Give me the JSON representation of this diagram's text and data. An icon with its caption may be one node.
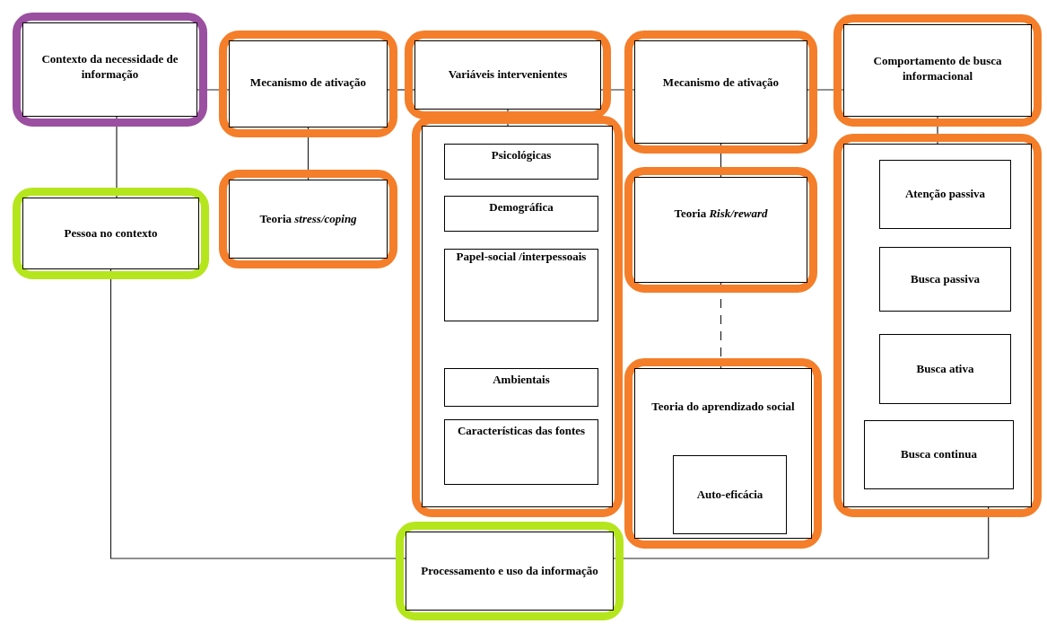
{
  "diagram": {
    "nodes": [
      {
        "text": [
          "Contexto da necessidade de informação"
        ]
      },
      {
        "text": [
          "Pessoa no contexto"
        ]
      },
      {
        "text": [
          "Mecanismo de ativação"
        ]
      },
      {
        "text": [
          "Teoria *stress/coping*"
        ]
      },
      {
        "text": [
          "Variáveis intervenientes"
        ]
      },
      {
        "text": [],
        "shape": "box"
      },
      {
        "text": [
          "Psicológicas"
        ],
        "in": 5
      },
      {
        "text": [
          "Demográfica"
        ],
        "in": 5
      },
      {
        "text": [
          "Papel-social /interpessoais"
        ],
        "in": 5
      },
      {
        "text": [
          "Ambientais"
        ],
        "in": 5
      },
      {
        "text": [
          "Características das fontes"
        ],
        "in": 5
      },
      {
        "text": [
          "Mecanismo de ativação"
        ]
      },
      {
        "text": [
          "Teoria *Risk/reward*"
        ]
      },
      {
        "text": [
          "Teoria do aprendizado social"
        ]
      },
      {
        "text": [
          "Auto-eficácia"
        ],
        "in": 13
      },
      {
        "text": [
          "Comportamento de busca informacional"
        ]
      },
      {
        "text": [],
        "shape": "box"
      },
      {
        "text": [
          "Atenção passiva"
        ],
        "in": 16
      },
      {
        "text": [
          "Busca passiva"
        ],
        "in": 16
      },
      {
        "text": [
          "Busca ativa"
        ],
        "in": 16
      },
      {
        "text": [
          "Busca continua"
        ],
        "in": 16
      },
      {
        "text": [
          "Processamento e uso da informação"
        ]
      }
    ],
    "edges": [
      {
        "from": 0,
        "to": 2,
        "arrow": "none"
      },
      {
        "from": 2,
        "to": 4,
        "arrow": "none"
      },
      {
        "from": 4,
        "to": 11,
        "arrow": "none"
      },
      {
        "from": 11,
        "to": 15,
        "arrow": "none"
      },
      {
        "from": 0,
        "to": 1,
        "arrow": "none"
      },
      {
        "from": 2,
        "to": 3,
        "arrow": "none"
      },
      {
        "from": 4,
        "to": 5,
        "arrow": "none"
      },
      {
        "from": 11,
        "to": 12,
        "arrow": "none"
      },
      {
        "from": 12,
        "to": 13,
        "arrow": "none",
        "style": "dashed"
      },
      {
        "from": 15,
        "to": 16,
        "arrow": "none"
      },
      {
        "from": 1,
        "to": 21,
        "arrow": "none"
      },
      {
        "from": 16,
        "to": 21,
        "arrow": "none"
      }
    ]
  }
}
